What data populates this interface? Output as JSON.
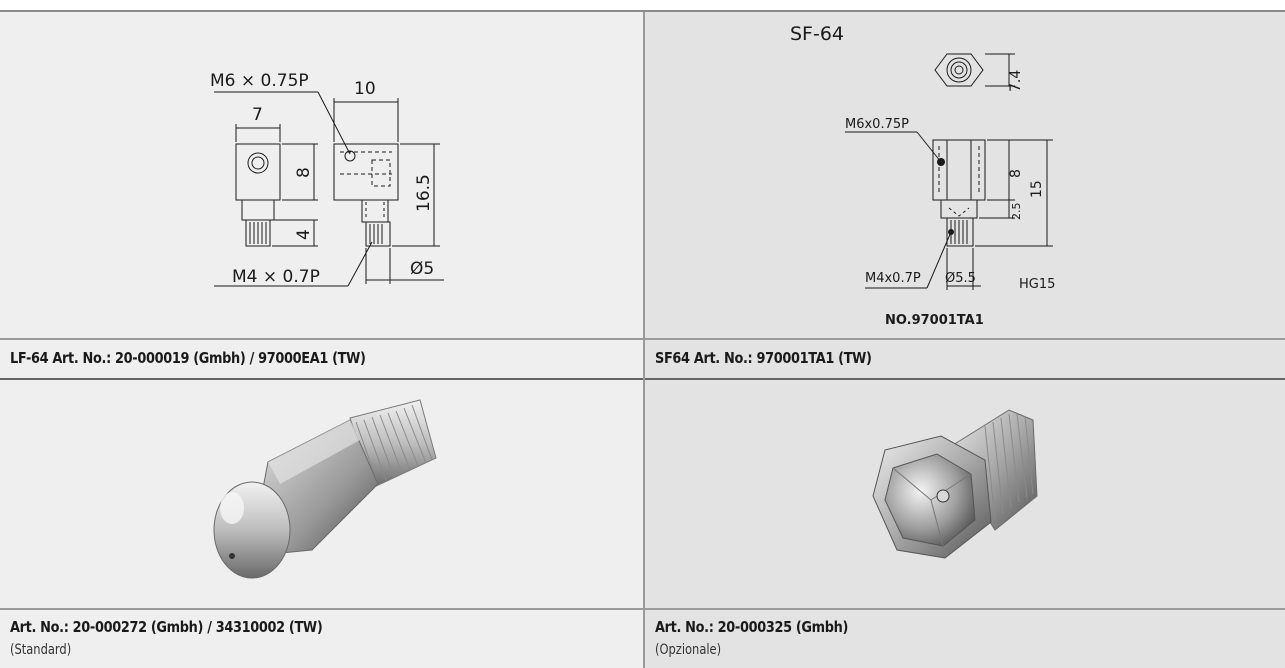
{
  "drawings": {
    "left": {
      "thread_top_label": "M6 × 0.75P",
      "dim_width_top": "10",
      "dim_width_left": "7",
      "dim_height_body": "8",
      "dim_height_total": "16.5",
      "dim_height_thread": "4",
      "thread_bottom_label": "M4 × 0.7P",
      "dim_diameter": "Ø5"
    },
    "right": {
      "model_label": "SF-64",
      "dim_hex_height": "7.4",
      "thread_top_label": "M6x0.75P",
      "dim_height_body": "8",
      "dim_height_total": "15",
      "dim_height_neck": "2.5",
      "thread_bottom_label": "M4x0.7P",
      "dim_diameter": "Ø5.5",
      "thread_code": "HG15",
      "part_number": "NO.97001TA1"
    }
  },
  "captions": {
    "left": "LF-64 Art. No.: 20-000019 (Gmbh) / 97000EA1 (TW)",
    "right": "SF64 Art. No.: 970001TA1 (TW)"
  },
  "parts": {
    "left": {
      "art_no": "Art. No.: 20-000272 (Gmbh) / 34310002 (TW)",
      "variant": "(Standard)"
    },
    "right": {
      "art_no": "Art. No.: 20-000325 (Gmbh)",
      "variant": "(Opzionale)"
    }
  }
}
